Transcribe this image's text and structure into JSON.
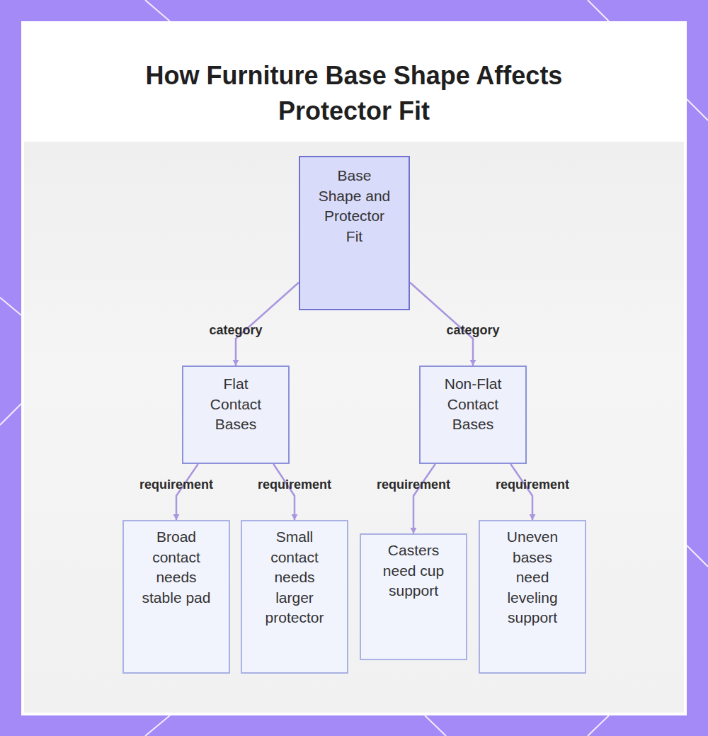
{
  "diagram": {
    "title": "How Furniture Base Shape Affects Protector Fit",
    "nodes": [
      {
        "text": [
          "Base Shape and Protector Fit"
        ]
      },
      {
        "text": [
          "Flat Contact Bases"
        ]
      },
      {
        "text": [
          "Non-Flat Contact Bases"
        ]
      },
      {
        "text": [
          "Broad contact needs stable pad"
        ]
      },
      {
        "text": [
          "Small contact needs larger protector"
        ]
      },
      {
        "text": [
          "Casters need cup support"
        ]
      },
      {
        "text": [
          "Uneven bases need leveling support"
        ]
      }
    ],
    "edges": [
      {
        "from": 0,
        "to": 1,
        "label": "category",
        "arrow": "to"
      },
      {
        "from": 0,
        "to": 2,
        "label": "category",
        "arrow": "to"
      },
      {
        "from": 1,
        "to": 3,
        "label": "requirement",
        "arrow": "to"
      },
      {
        "from": 1,
        "to": 4,
        "label": "requirement",
        "arrow": "to"
      },
      {
        "from": 2,
        "to": 5,
        "label": "requirement",
        "arrow": "to"
      },
      {
        "from": 2,
        "to": 6,
        "label": "requirement",
        "arrow": "to"
      }
    ]
  }
}
